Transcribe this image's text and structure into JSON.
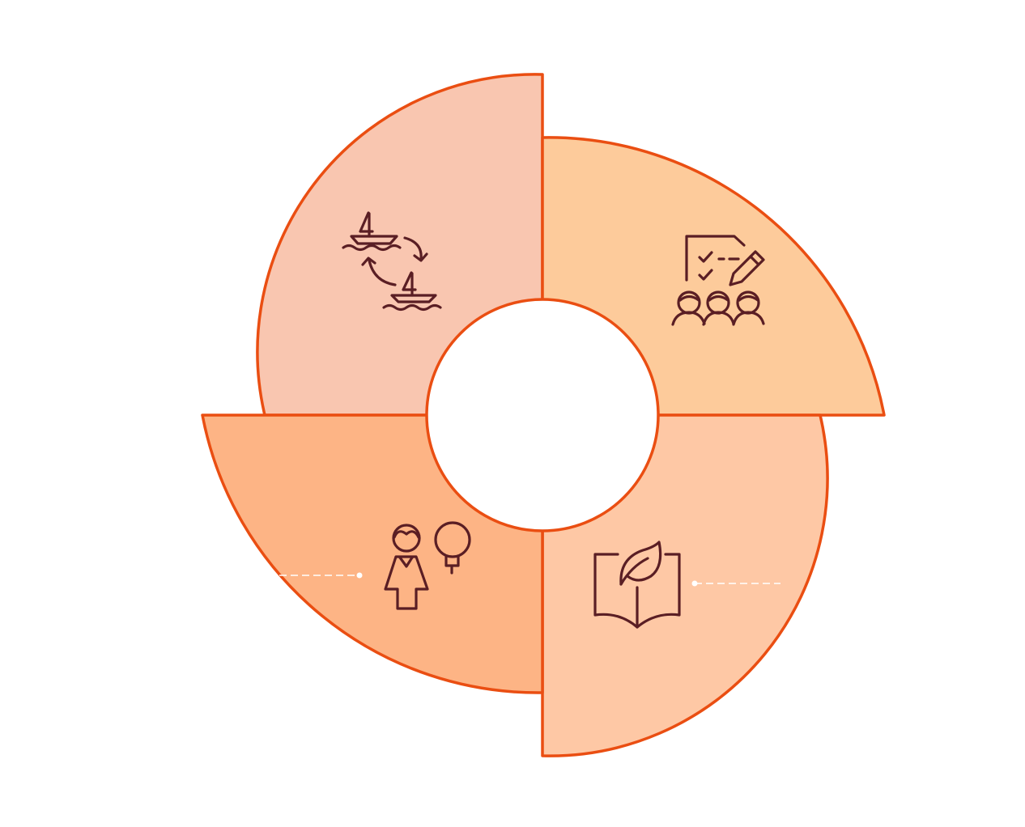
{
  "diagram": {
    "type": "four-segment-cycle",
    "colors": {
      "outline": "#ea4e12",
      "icon": "#5a1e24",
      "center_fill": "#ffffff",
      "connector": "#ffffff"
    },
    "segments": [
      {
        "id": "top-left",
        "icon": "sailboat-cycle-icon",
        "fill": "#f9c6b0"
      },
      {
        "id": "top-right",
        "icon": "checklist-team-icon",
        "fill": "#fdcb9b"
      },
      {
        "id": "bottom-right",
        "icon": "book-leaf-icon",
        "fill": "#fec8a5"
      },
      {
        "id": "bottom-left",
        "icon": "person-lightbulb-icon",
        "fill": "#fdb485"
      }
    ]
  }
}
